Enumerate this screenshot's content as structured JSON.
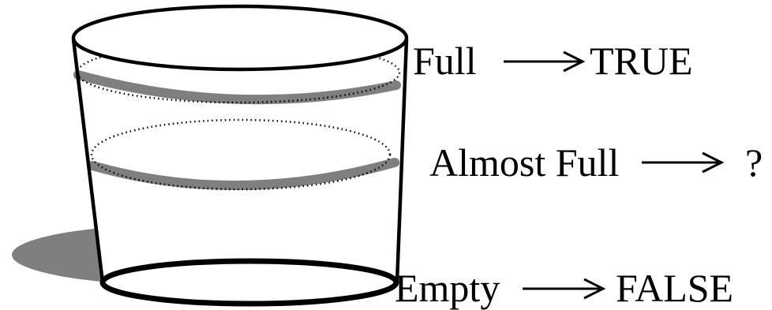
{
  "labels": {
    "full": "Full",
    "full_value": "TRUE",
    "almost_full": "Almost Full",
    "almost_full_value": "?",
    "empty": "Empty",
    "empty_value": "FALSE"
  },
  "colors": {
    "outline": "#000000",
    "shadow": "#7f7f7f",
    "background": "#ffffff"
  }
}
